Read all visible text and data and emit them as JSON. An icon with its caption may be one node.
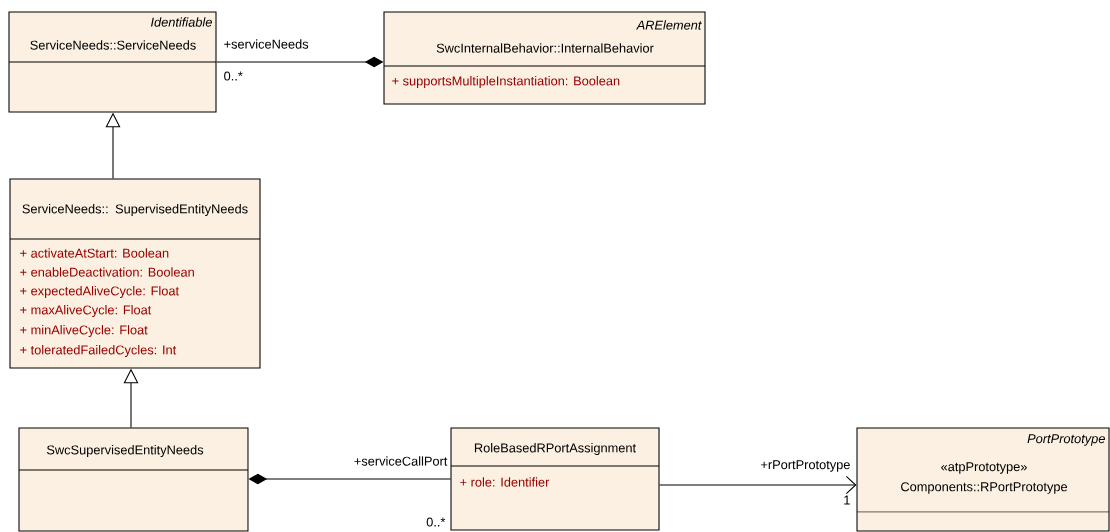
{
  "diagram": {
    "nodes": [
      {
        "text": [
          "Identifiable",
          "ServiceNeeds::ServiceNeeds"
        ]
      },
      {
        "text": [
          "ARElement",
          "SwcInternalBehavior::InternalBehavior",
          "+ supportsMultipleInstantiation: Boolean"
        ]
      },
      {
        "text": [
          "ServiceNeeds:: SupervisedEntityNeeds",
          "+ activateAtStart: Boolean",
          "+ enableDeactivation: Boolean",
          "+ expectedAliveCycle: Float",
          "+ maxAliveCycle: Float",
          "+ minAliveCycle: Float",
          "+ toleratedFailedCycles: Int"
        ]
      },
      {
        "text": [
          "SwcSupervisedEntityNeeds"
        ]
      },
      {
        "text": [
          "RoleBasedRPortAssignment",
          "+ role: Identifier"
        ]
      },
      {
        "text": [
          "PortPrototype",
          "«atpPrototype»",
          "Components::RPortPrototype"
        ]
      }
    ],
    "edges": [
      {
        "from": 0,
        "to": 1,
        "arrow": "other",
        "label": "+serviceNeeds"
      },
      {
        "from": 2,
        "to": 0,
        "arrow": "to"
      },
      {
        "from": 3,
        "to": 2,
        "arrow": "to"
      },
      {
        "from": 4,
        "to": 3,
        "arrow": "other",
        "label": "+serviceCallPort"
      },
      {
        "from": 4,
        "to": 5,
        "arrow": "to",
        "label": "+rPortPrototype"
      }
    ],
    "labels": [
      "0..*",
      "1",
      "0..*"
    ]
  }
}
